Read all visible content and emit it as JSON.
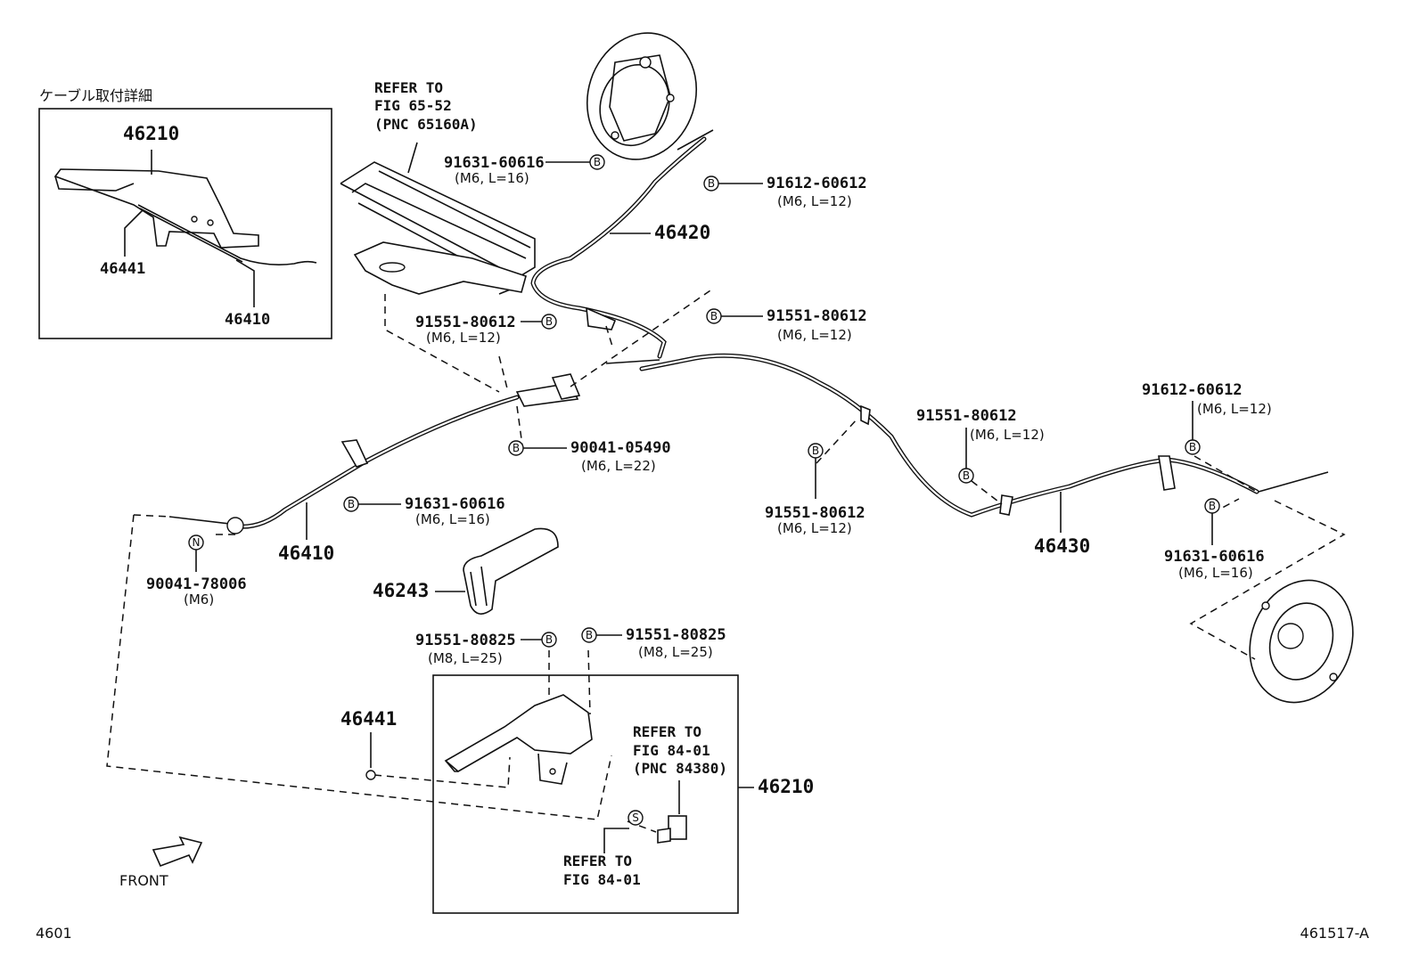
{
  "detail_box": {
    "title": "ケーブル取付詳細",
    "labels": [
      "46210",
      "46441",
      "46410"
    ]
  },
  "refer_top": [
    "REFER TO",
    "FIG 65-52",
    "(PNC 65160A)"
  ],
  "refer_mid": [
    "REFER TO",
    "FIG 84-01",
    "(PNC 84380)"
  ],
  "refer_low": [
    "REFER TO",
    "FIG 84-01"
  ],
  "callouts": [
    {
      "pn": "91631-60616",
      "spec": "(M6, L=16)",
      "mark": "B"
    },
    {
      "pn": "91612-60612",
      "spec": "(M6, L=12)",
      "mark": "B"
    },
    {
      "pn": "91551-80612",
      "spec": "(M6, L=12)",
      "mark": "B"
    },
    {
      "pn": "91551-80612",
      "spec": "(M6, L=12)",
      "mark": "B"
    },
    {
      "pn": "90041-05490",
      "spec": "(M6, L=22)",
      "mark": "B"
    },
    {
      "pn": "91551-80612",
      "spec": "(M6, L=12)",
      "mark": "B"
    },
    {
      "pn": "91551-80612",
      "spec": "(M6, L=12)",
      "mark": "B"
    },
    {
      "pn": "91612-60612",
      "spec": "(M6, L=12)",
      "mark": "B"
    },
    {
      "pn": "91631-60616",
      "spec": "(M6, L=16)",
      "mark": "B"
    },
    {
      "pn": "91631-60616",
      "spec": "(M6, L=16)",
      "mark": "B"
    },
    {
      "pn": "90041-78006",
      "spec": "(M6)",
      "mark": "N"
    },
    {
      "pn": "91551-80825",
      "spec": "(M8, L=25)",
      "mark": "B"
    },
    {
      "pn": "91551-80825",
      "spec": "(M8, L=25)",
      "mark": "B"
    }
  ],
  "part_labels": {
    "p46420": "46420",
    "p46410": "46410",
    "p46430": "46430",
    "p46243": "46243",
    "p46441": "46441",
    "p46210": "46210"
  },
  "switch_mark": "S",
  "front_label": "FRONT",
  "footer_left": "4601",
  "footer_right": "461517-A"
}
